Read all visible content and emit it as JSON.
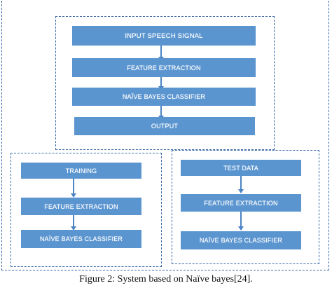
{
  "diagram": {
    "top_flow": {
      "steps": [
        "INPUT SPEECH SIGNAL",
        "FEATURE EXTRACTION",
        "NAÏVE BAYES CLASSIFIER",
        "OUTPUT"
      ]
    },
    "training_flow": {
      "steps": [
        "TRAINING",
        "FEATURE EXTRACTION",
        "NAÏVE BAYES CLASSIFIER"
      ]
    },
    "test_flow": {
      "steps": [
        "TEST DATA",
        "FEATURE EXTRACTION",
        "NAÏVE BAYES CLASSIFIER"
      ]
    },
    "colors": {
      "box_fill": "#5b95d0",
      "frame_border": "#3b6aa8",
      "arrow": "#4a84c4"
    }
  },
  "caption": "Figure 2: System based on Naïve bayes[24]."
}
